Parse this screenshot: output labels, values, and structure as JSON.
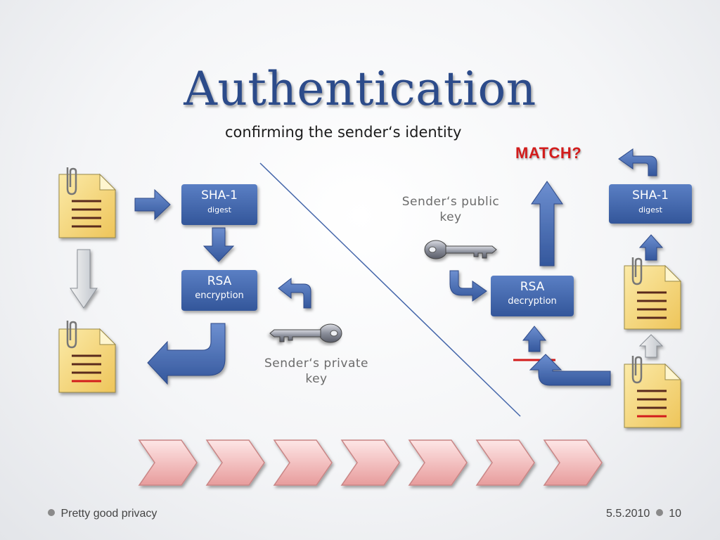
{
  "slide": {
    "title": "Authentication",
    "subtitle": "confirming the sender‘s identity",
    "match_label": "MATCH?"
  },
  "boxes": {
    "sha1_left": {
      "name": "SHA-1",
      "sub": "digest"
    },
    "rsa_left": {
      "name": "RSA",
      "sub": "encryption"
    },
    "rsa_right": {
      "name": "RSA",
      "sub": "decryption"
    },
    "sha1_right": {
      "name": "SHA-1",
      "sub": "digest"
    }
  },
  "keys": {
    "public_label_line1": "Sender‘s public",
    "public_label_line2": "key",
    "private_label_line1": "Sender‘s private",
    "private_label_line2": "key"
  },
  "footer": {
    "left": "Pretty good privacy",
    "date": "5.5.2010",
    "page": "10"
  },
  "colors": {
    "title": "#2c4b8a",
    "box": "#3d62a8",
    "arrow": "#4a6db3",
    "match": "#d21c1c",
    "document": "#f5d77a",
    "chevron": "#f0b8b8"
  },
  "icons": [
    "document-icon",
    "paperclip-icon",
    "key-icon",
    "arrow-icon",
    "chevron-icon"
  ]
}
